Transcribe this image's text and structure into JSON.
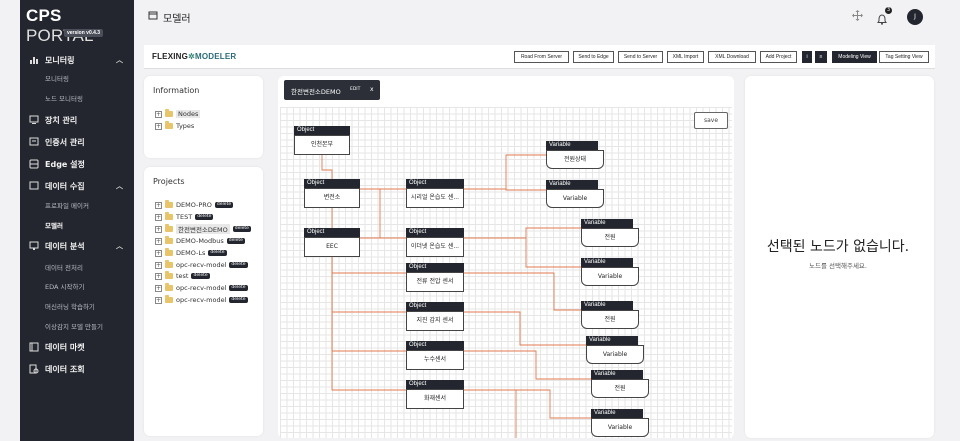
{
  "sidebar": {
    "brand_bold": "CPS",
    "brand_light": "PORTAL",
    "version": "version v0.4.3",
    "menu": [
      {
        "label": "모니터링",
        "icon": "bar-chart-icon",
        "expanded": true
      },
      {
        "label": "모니터링"
      },
      {
        "label": "노드 모니터링"
      },
      {
        "label": "장치 관리",
        "icon": "device-icon"
      },
      {
        "label": "인증서 관리",
        "icon": "certificate-icon"
      },
      {
        "label": "Edge 설정",
        "icon": "edge-icon"
      },
      {
        "label": "데이터 수집",
        "icon": "database-icon",
        "expanded": true
      },
      {
        "label": "프로파일 메이커"
      },
      {
        "label": "모델러"
      },
      {
        "label": "데이터 분석",
        "icon": "monitor-icon",
        "expanded": true
      },
      {
        "label": "데이터 전처리"
      },
      {
        "label": "EDA 시작하기"
      },
      {
        "label": "머신러닝 학습하기"
      },
      {
        "label": "이상감지 모델 만들기"
      },
      {
        "label": "데이터 마켓",
        "icon": "market-icon"
      },
      {
        "label": "데이터 조회",
        "icon": "search-doc-icon"
      }
    ]
  },
  "header": {
    "title": "모델러",
    "notification_count": "3",
    "avatar_initial": "J"
  },
  "toolbar": {
    "logo_left": "FLEXING",
    "logo_right": "MODELER",
    "buttons": [
      "Road From Server",
      "Send to Edge",
      "Send to Server",
      "XML Import",
      "XML Download",
      "Add Project"
    ],
    "view_buttons": [
      "Modeling View",
      "Tag Setting View"
    ]
  },
  "information": {
    "title": "Information",
    "items": [
      "Nodes",
      "Types"
    ]
  },
  "projects": {
    "title": "Projects",
    "delete_label": "delete",
    "items": [
      "DEMO-PRO",
      "TEST",
      "한전변전소DEMO",
      "DEMO-Modbus",
      "DEMO-Ls",
      "opc-recv-model",
      "test",
      "opc-recv-model",
      "opc-recv-model"
    ]
  },
  "canvas": {
    "tab_title": "한전변전소DEMO",
    "tab_edit": "EDIT",
    "tab_close": "x",
    "save_label": "save",
    "object_header": "Object",
    "variable_header": "Variable",
    "objects": [
      "인천본부",
      "변전소",
      "EEC",
      "시리얼 온습도 센...",
      "이더넷 온습도 센...",
      "전류 전압 센서",
      "지진 감지 센서",
      "누수센서",
      "화재센서"
    ],
    "variables": [
      "전원상태",
      "Variable",
      "전원",
      "Variable",
      "전원",
      "Variable",
      "전원",
      "Variable"
    ]
  },
  "detail": {
    "empty_title": "선택된 노드가 없습니다.",
    "empty_sub": "노드를 선택해주세요."
  },
  "colors": {
    "sidebar_bg": "#23262f",
    "edge": "#e07a52",
    "folder": "#e8c56a"
  }
}
